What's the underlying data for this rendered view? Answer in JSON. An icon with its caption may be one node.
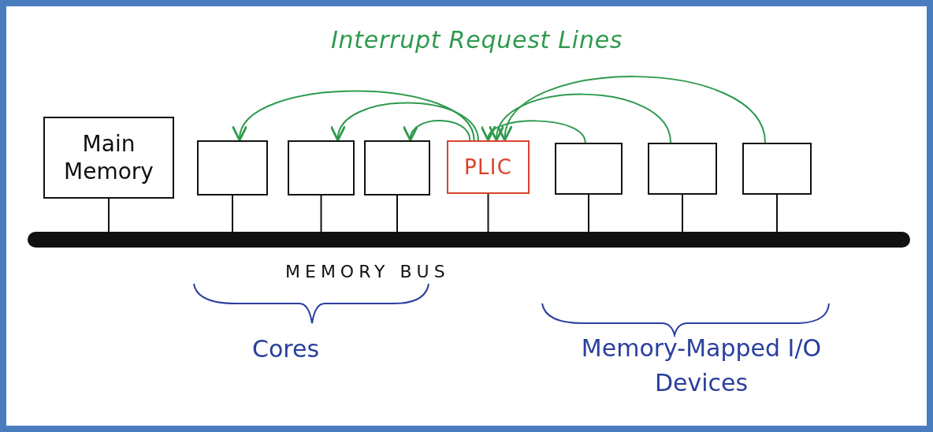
{
  "diagram": {
    "nodes": [
      {
        "text": [
          "Main Memory"
        ]
      },
      {
        "text": [],
        "shape": "box"
      },
      {
        "text": [],
        "shape": "box"
      },
      {
        "text": [],
        "shape": "box"
      },
      {
        "text": [
          "PLIC"
        ]
      },
      {
        "text": [],
        "shape": "box"
      },
      {
        "text": [],
        "shape": "box"
      },
      {
        "text": [],
        "shape": "box"
      },
      {
        "text": [],
        "shape": "bar",
        "beside": [
          "MEMORY BUS"
        ]
      }
    ],
    "edges": [
      {
        "from": 0,
        "to": 8,
        "arrow": "none"
      },
      {
        "from": 1,
        "to": 8,
        "arrow": "none"
      },
      {
        "from": 2,
        "to": 8,
        "arrow": "none"
      },
      {
        "from": 3,
        "to": 8,
        "arrow": "none"
      },
      {
        "from": 4,
        "to": 8,
        "arrow": "none"
      },
      {
        "from": 5,
        "to": 8,
        "arrow": "none"
      },
      {
        "from": 6,
        "to": 8,
        "arrow": "none"
      },
      {
        "from": 7,
        "to": 8,
        "arrow": "none"
      },
      {
        "from": 4,
        "to": 1,
        "arrow": "to",
        "color": "#2e9a4e"
      },
      {
        "from": 4,
        "to": 2,
        "arrow": "to",
        "color": "#2e9a4e"
      },
      {
        "from": 4,
        "to": 3,
        "arrow": "to",
        "color": "#2e9a4e"
      },
      {
        "from": 5,
        "to": 4,
        "arrow": "to",
        "color": "#2e9a4e"
      },
      {
        "from": 6,
        "to": 4,
        "arrow": "to",
        "color": "#2e9a4e"
      },
      {
        "from": 7,
        "to": 4,
        "arrow": "to",
        "color": "#2e9a4e"
      }
    ],
    "labels": [
      "Interrupt Request Lines",
      "Cores",
      "Memory-Mapped I/O Devices"
    ]
  }
}
